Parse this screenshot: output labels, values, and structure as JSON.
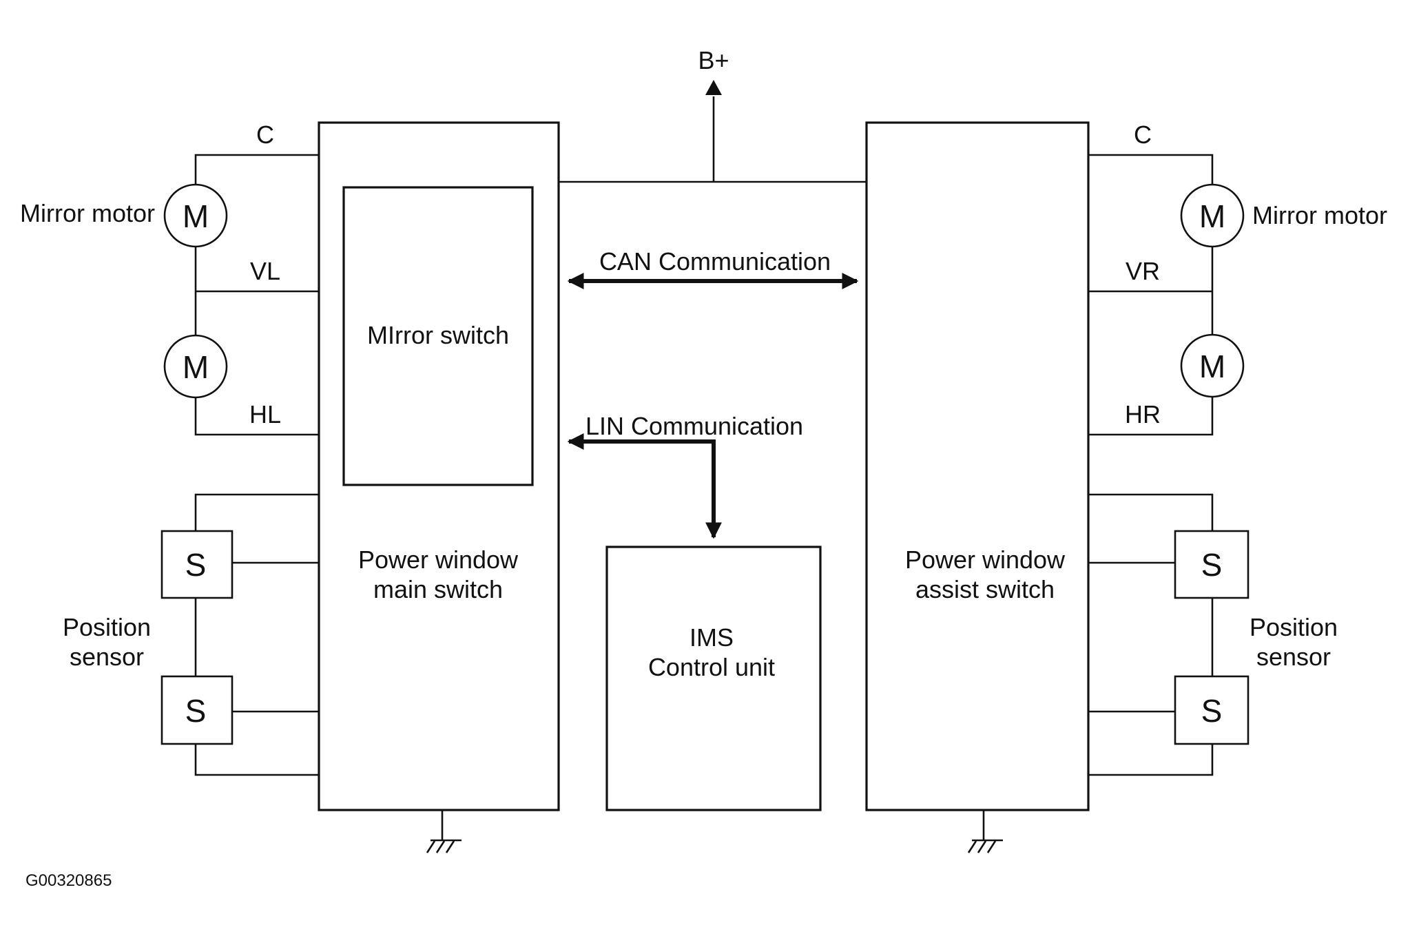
{
  "power": {
    "supply": "B+"
  },
  "left_side": {
    "terminal_c": "C",
    "terminal_v": "VL",
    "terminal_h": "HL",
    "motor_label": "Mirror motor",
    "motor_symbol": "M",
    "sensor_symbol": "S",
    "sensor_label_line1": "Position",
    "sensor_label_line2": "sensor"
  },
  "right_side": {
    "terminal_c": "C",
    "terminal_v": "VR",
    "terminal_h": "HR",
    "motor_label": "Mirror motor",
    "motor_symbol": "M",
    "sensor_symbol": "S",
    "sensor_label_line1": "Position",
    "sensor_label_line2": "sensor"
  },
  "main_switch": {
    "label_line1": "Power window",
    "label_line2": "main switch",
    "mirror_switch": "MIrror switch"
  },
  "assist_switch": {
    "label_line1": "Power window",
    "label_line2": "assist switch"
  },
  "ims": {
    "label_line1": "IMS",
    "label_line2": "Control unit"
  },
  "buses": {
    "can": "CAN Communication",
    "lin": "LIN Communication"
  },
  "figure_id": "G00320865"
}
